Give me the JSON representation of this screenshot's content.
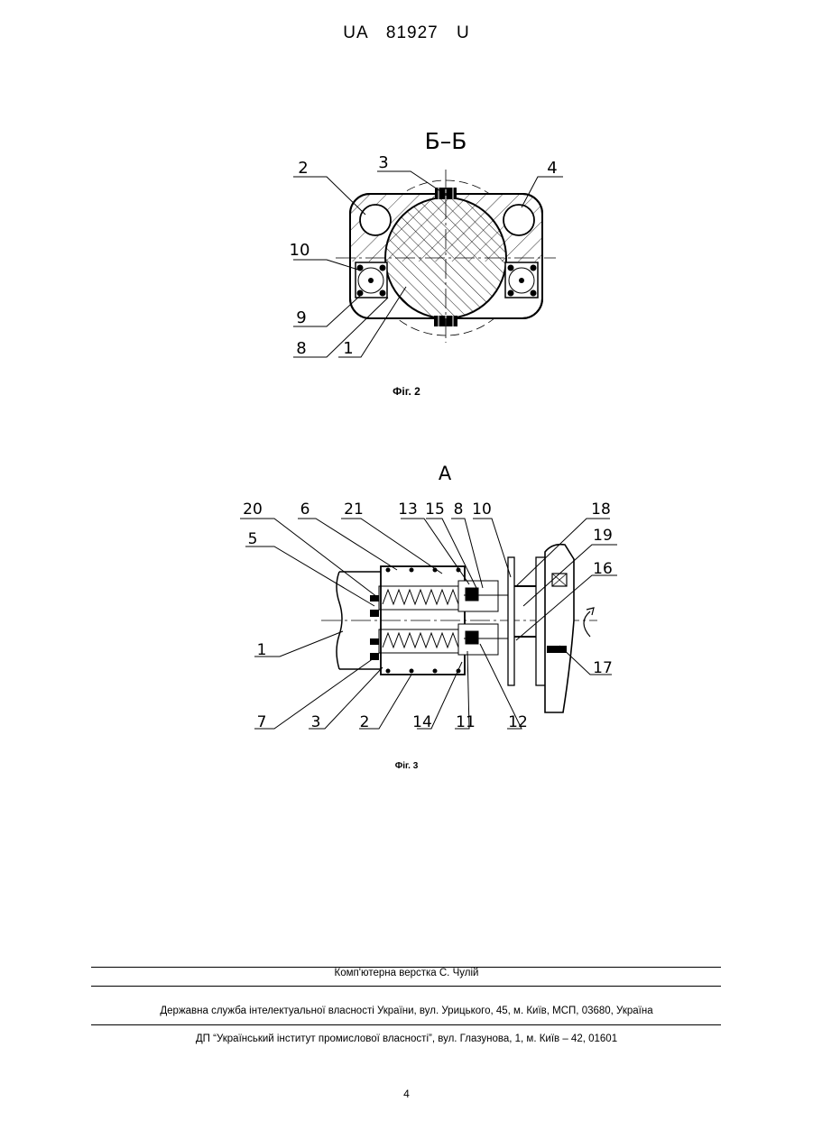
{
  "header": {
    "patent_number": "UA 81927 U"
  },
  "figure2": {
    "section_label": "Б–Б",
    "caption": "Фіг. 2",
    "callouts": [
      "2",
      "3",
      "4",
      "10",
      "9",
      "8",
      "1"
    ]
  },
  "figure3": {
    "view_label": "А",
    "caption": "Фіг. 3",
    "callouts": [
      "20",
      "6",
      "21",
      "13",
      "15",
      "8",
      "10",
      "18",
      "19",
      "16",
      "5",
      "1",
      "17",
      "7",
      "3",
      "2",
      "14",
      "11",
      "12"
    ]
  },
  "footer": {
    "layout_credit": "Комп'ютерна верстка С. Чулій",
    "office_address": "Державна служба інтелектуальної власності України, вул. Урицького, 45, м. Київ, МСП, 03680, Україна",
    "institute_address": "ДП “Український інститут промислової власності”, вул. Глазунова, 1, м. Київ – 42, 01601"
  },
  "page_number": "4"
}
